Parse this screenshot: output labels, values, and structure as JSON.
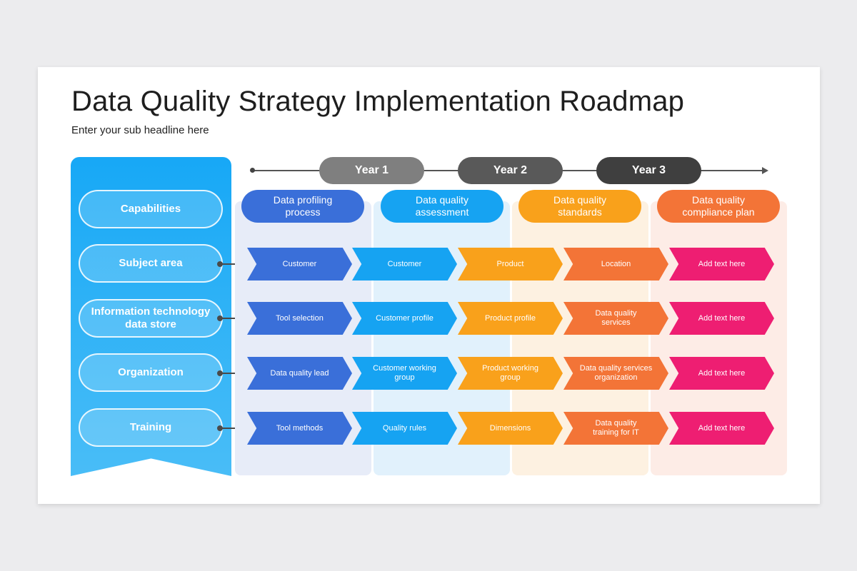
{
  "title": "Data Quality Strategy Implementation Roadmap",
  "subtitle": "Enter your sub headline here",
  "colors": {
    "blue": "#3a6fd9",
    "sky": "#16a3f2",
    "orange": "#f9a11b",
    "deep_orange": "#f37437",
    "pink": "#ee1e72",
    "year1": "#7f7f7f",
    "year2": "#595959",
    "year3": "#3f3f3f"
  },
  "years": [
    "Year 1",
    "Year 2",
    "Year 3"
  ],
  "capabilities": [
    "Capabilities",
    "Subject area",
    "Information technology\ndata store",
    "Organization",
    "Training"
  ],
  "phases": [
    "Data profiling\nprocess",
    "Data quality\nassessment",
    "Data quality\nstandards",
    "Data quality\ncompliance plan"
  ],
  "rows": [
    [
      "Customer",
      "Customer",
      "Product",
      "Location",
      "Add text here"
    ],
    [
      "Tool selection",
      "Customer profile",
      "Product profile",
      "Data quality\nservices",
      "Add text here"
    ],
    [
      "Data quality lead",
      "Customer working\ngroup",
      "Product working\ngroup",
      "Data quality services\norganization",
      "Add text here"
    ],
    [
      "Tool methods",
      "Quality rules",
      "Dimensions",
      "Data quality\ntraining for IT",
      "Add text here"
    ]
  ]
}
